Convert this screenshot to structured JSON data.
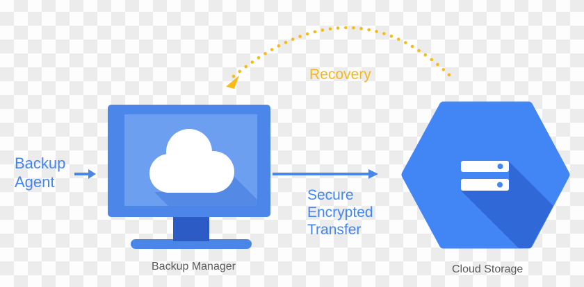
{
  "labels": {
    "backup_agent": "Backup\nAgent",
    "recovery": "Recovery",
    "secure_transfer": "Secure\nEncrypted\nTransfer",
    "backup_manager": "Backup Manager",
    "cloud_storage": "Cloud Storage"
  },
  "diagram": {
    "nodes": [
      {
        "id": "backup-agent",
        "label": "Backup Agent",
        "icon": "none"
      },
      {
        "id": "backup-manager",
        "label": "Backup Manager",
        "icon": "monitor-with-cloud-icon"
      },
      {
        "id": "cloud-storage",
        "label": "Cloud Storage",
        "icon": "hexagon-server-stack-icon"
      }
    ],
    "edges": [
      {
        "from": "backup-agent",
        "to": "backup-manager",
        "label": "",
        "style": "solid-arrow"
      },
      {
        "from": "backup-manager",
        "to": "cloud-storage",
        "label": "Secure Encrypted Transfer",
        "style": "solid-arrow"
      },
      {
        "from": "cloud-storage",
        "to": "backup-manager",
        "label": "Recovery",
        "style": "dotted-arc-arrow"
      }
    ]
  },
  "colors": {
    "accent_yellow": "#f6b81b",
    "text_blue": "#4285f4",
    "arrow_blue": "#4a86e8",
    "caption_gray": "#595a5c",
    "monitor_frame_blue": "#4c86e8",
    "monitor_screen_blue": "#6d9ff1",
    "monitor_shadow_blue": "#5589e6",
    "monitor_stand_blue": "#2d5bc6",
    "hexagon_blue": "#4285f4",
    "hexagon_shadow_blue": "#3168d8",
    "server_bar_white": "#ffffff",
    "checker_gray": "#ececec",
    "checker_white": "#fdfdfd"
  }
}
